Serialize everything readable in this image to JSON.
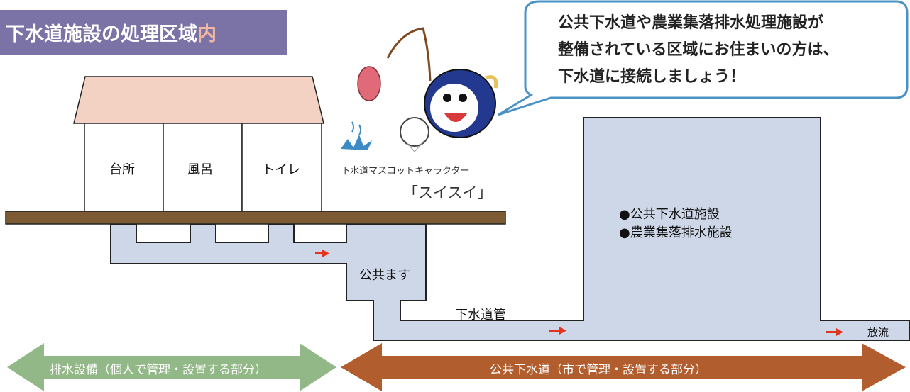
{
  "title": {
    "main": "下水道施設の処理区域",
    "accent": "内"
  },
  "speech_bubble": {
    "lines": [
      "公共下水道や農業集落排水処理施設が",
      "整備されている区域にお住まいの方は、",
      "下水道に接続しましょう！"
    ]
  },
  "house": {
    "rooms": [
      "台所",
      "風呂",
      "トイレ"
    ]
  },
  "mascot": {
    "caption": "下水道マスコットキャラクター",
    "name": "「スイスイ」"
  },
  "diagram": {
    "public_basin": "公共ます",
    "sewer_pipe": "下水道管",
    "discharge": "放流",
    "facility_items": [
      "●公共下水道施設",
      "●農業集落排水施設"
    ]
  },
  "arrows": {
    "private": "排水設備（個人で管理・設置する部分）",
    "public": "公共下水道（市で管理・設置する部分）"
  },
  "colors": {
    "title_band": "#7b72a6",
    "title_accent": "#f2b7a0",
    "pipe_fill": "#cdd7e7",
    "ground": "#7b5a34",
    "roof": "#f3d2c3",
    "bubble_border": "#4a93c4",
    "private_arrow": "#91b886",
    "public_arrow": "#b25d2d",
    "flow_arrow": "#e2351f"
  }
}
